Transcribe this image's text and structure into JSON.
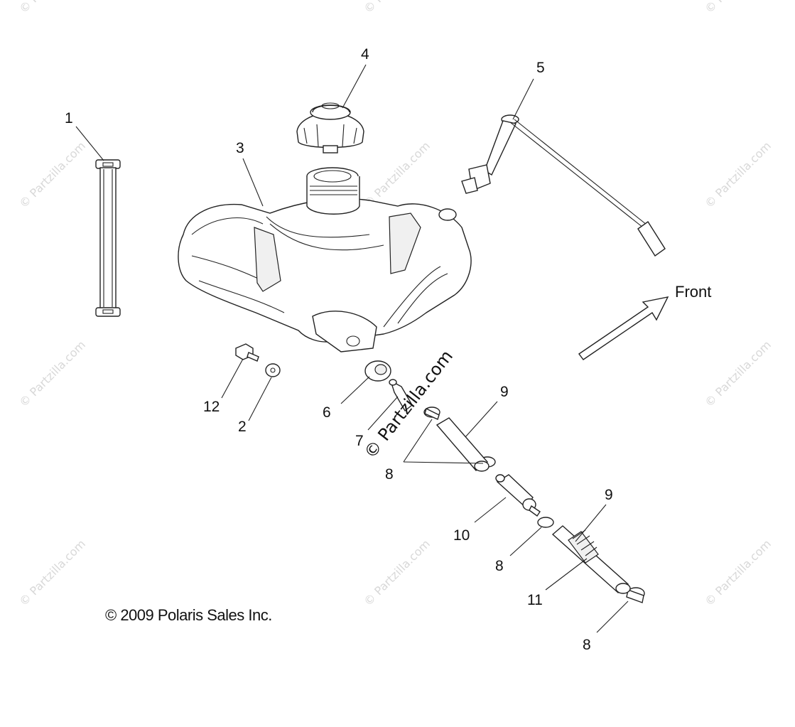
{
  "watermarks": {
    "main": "© Partzilla.com",
    "faint": "© Partzilla.com"
  },
  "copyright": "© 2009 Polaris Sales Inc.",
  "front_label": "Front",
  "callouts": {
    "c1": "1",
    "c2": "2",
    "c3": "3",
    "c4": "4",
    "c5": "5",
    "c6": "6",
    "c7": "7",
    "c8a": "8",
    "c8b": "8",
    "c8c": "8",
    "c9a": "9",
    "c9b": "9",
    "c10": "10",
    "c11": "11",
    "c12": "12"
  },
  "parts": [
    {
      "ref": "1",
      "name": "strap"
    },
    {
      "ref": "2",
      "name": "washer"
    },
    {
      "ref": "3",
      "name": "fuel-tank"
    },
    {
      "ref": "4",
      "name": "fuel-cap"
    },
    {
      "ref": "5",
      "name": "vent-hose-fitting"
    },
    {
      "ref": "6",
      "name": "grommet"
    },
    {
      "ref": "7",
      "name": "fitting"
    },
    {
      "ref": "8",
      "name": "clamp"
    },
    {
      "ref": "9",
      "name": "hose"
    },
    {
      "ref": "10",
      "name": "fuel-filter"
    },
    {
      "ref": "11",
      "name": "hose"
    },
    {
      "ref": "12",
      "name": "bolt"
    }
  ]
}
